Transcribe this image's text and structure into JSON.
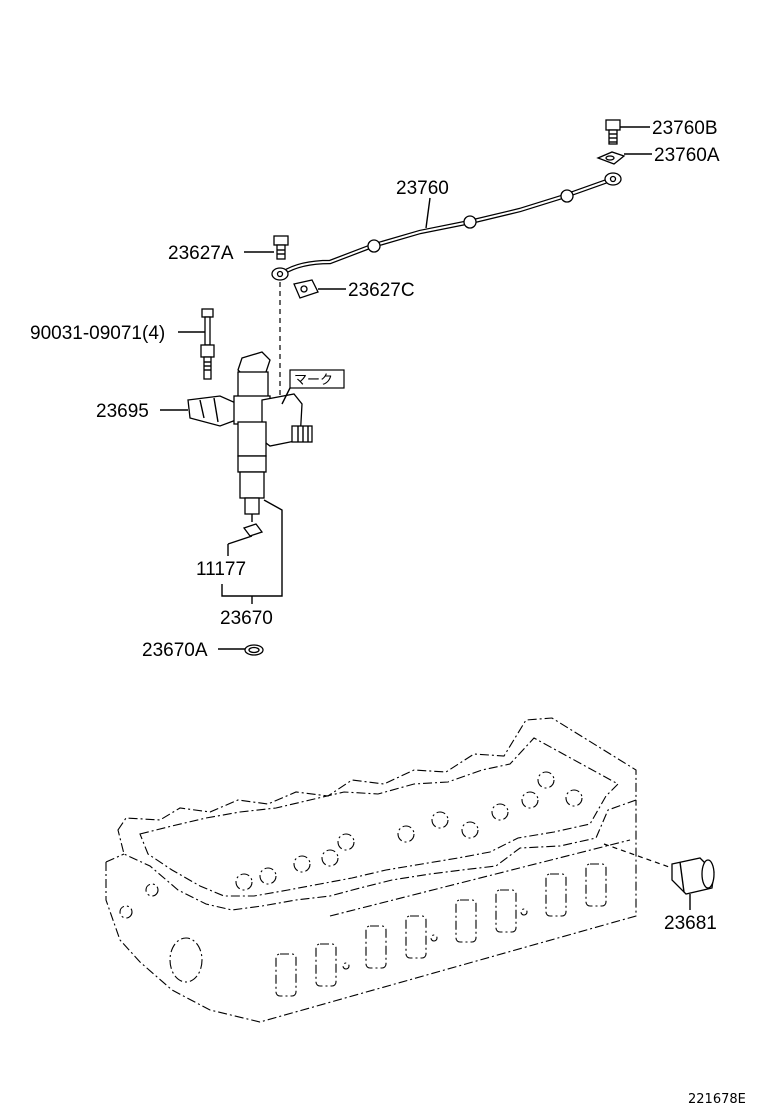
{
  "labels": {
    "p23760B": "23760B",
    "p23760A": "23760A",
    "p23760": "23760",
    "p23627A": "23627A",
    "p23627C": "23627C",
    "p90031": "90031-09071(4)",
    "p23695": "23695",
    "mark": "マーク",
    "p11177": "11177",
    "p23670": "23670",
    "p23670A": "23670A",
    "p23681": "23681",
    "diagram_code": "221678E"
  },
  "icons": [
    "bolt-icon",
    "washer-icon",
    "fuel-leak-pipe-icon",
    "clamp-icon",
    "injector-icon",
    "seal-ring-icon",
    "cylinder-head-icon",
    "nozzle-holder-sleeve-icon"
  ]
}
